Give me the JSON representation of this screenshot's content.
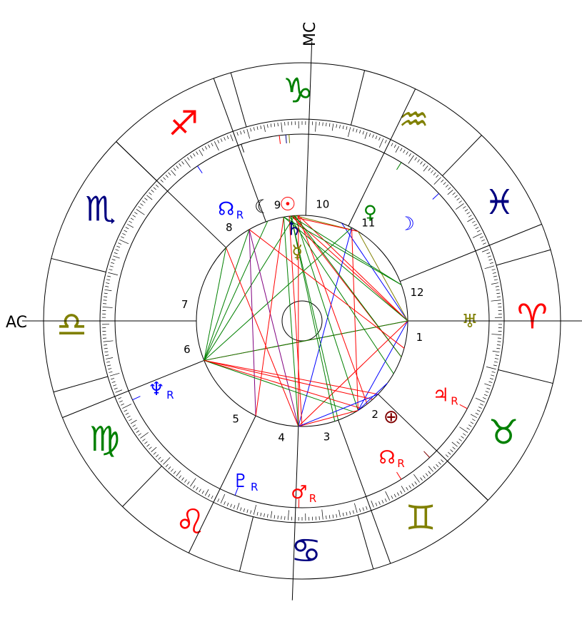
{
  "axes": {
    "ac_label": "AC",
    "mc_label": "MC"
  },
  "colors": {
    "fire": "#ff0000",
    "earth": "#008000",
    "air": "#808000",
    "water": "#000080",
    "aspect_red": "#ff0000",
    "aspect_green": "#008000",
    "aspect_blue": "#0000ff",
    "aspect_olive": "#808000",
    "aspect_purple": "#800080",
    "line": "#000000"
  },
  "signs": [
    {
      "name": "aries",
      "glyph": "♈",
      "color": "#ff0000"
    },
    {
      "name": "taurus",
      "glyph": "♉",
      "color": "#008000"
    },
    {
      "name": "gemini",
      "glyph": "♊",
      "color": "#808000"
    },
    {
      "name": "cancer",
      "glyph": "♋",
      "color": "#000080"
    },
    {
      "name": "leo",
      "glyph": "♌",
      "color": "#ff0000"
    },
    {
      "name": "virgo",
      "glyph": "♍",
      "color": "#008000"
    },
    {
      "name": "libra",
      "glyph": "♎",
      "color": "#808000"
    },
    {
      "name": "scorpio",
      "glyph": "♏",
      "color": "#000080"
    },
    {
      "name": "sagittarius",
      "glyph": "♐",
      "color": "#ff0000"
    },
    {
      "name": "capricorn",
      "glyph": "♑",
      "color": "#008000"
    },
    {
      "name": "aquarius",
      "glyph": "♒",
      "color": "#808000"
    },
    {
      "name": "pisces",
      "glyph": "♓",
      "color": "#000080"
    }
  ],
  "houses": [
    {
      "number": "1",
      "cusp_angle": 180
    },
    {
      "number": "2",
      "cusp_angle": 224
    },
    {
      "number": "3",
      "cusp_angle": 250
    },
    {
      "number": "4",
      "cusp_angle": 272
    },
    {
      "number": "5",
      "cusp_angle": 296
    },
    {
      "number": "6",
      "cusp_angle": 338
    },
    {
      "number": "7",
      "cusp_angle": 0
    },
    {
      "number": "8",
      "cusp_angle": 44
    },
    {
      "number": "9",
      "cusp_angle": 70
    },
    {
      "number": "10",
      "cusp_angle": 92
    },
    {
      "number": "11",
      "cusp_angle": 116
    },
    {
      "number": "12",
      "cusp_angle": 158
    }
  ],
  "planets": [
    {
      "name": "sun",
      "glyph": "☉",
      "retrograde": "",
      "color": "#ff0000",
      "angle": 83,
      "glyph_radius": 165
    },
    {
      "name": "moon",
      "glyph": "☾",
      "retrograde": "",
      "color": "#000000",
      "angle": 71,
      "glyph_radius": 170
    },
    {
      "name": "saturn",
      "glyph": "♄",
      "retrograde": "",
      "color": "#000080",
      "angle": 85,
      "glyph_radius": 130
    },
    {
      "name": "mercury",
      "glyph": "☿",
      "retrograde": "",
      "color": "#808000",
      "angle": 86,
      "glyph_radius": 97
    },
    {
      "name": "uranus-desc",
      "glyph": "☊",
      "retrograde": "R",
      "color": "#0000ff",
      "angle": 56,
      "glyph_radius": 190
    },
    {
      "name": "venus",
      "glyph": "♀",
      "retrograde": "",
      "color": "#008000",
      "angle": 122,
      "glyph_radius": 180
    },
    {
      "name": "moon-2",
      "glyph": "☽",
      "retrograde": "",
      "color": "#0000ff",
      "angle": 137,
      "glyph_radius": 200
    },
    {
      "name": "uranus",
      "glyph": "♅",
      "retrograde": "",
      "color": "#808000",
      "angle": 180,
      "glyph_radius": 235
    },
    {
      "name": "jupiter",
      "glyph": "♃",
      "retrograde": "R",
      "color": "#ff0000",
      "angle": 208,
      "glyph_radius": 220
    },
    {
      "name": "earth",
      "glyph": "⊕",
      "retrograde": "",
      "color": "#800000",
      "angle": 227,
      "glyph_radius": 183
    },
    {
      "name": "north-node",
      "glyph": "☊",
      "retrograde": "R",
      "color": "#ff0000",
      "angle": 238,
      "glyph_radius": 225
    },
    {
      "name": "mars",
      "glyph": "♂",
      "retrograde": "R",
      "color": "#ff0000",
      "angle": 271,
      "glyph_radius": 240
    },
    {
      "name": "pluto",
      "glyph": "♇",
      "retrograde": "R",
      "color": "#0000ff",
      "angle": 291,
      "glyph_radius": 240
    },
    {
      "name": "neptune",
      "glyph": "♆",
      "retrograde": "R",
      "color": "#0000ff",
      "angle": 335,
      "glyph_radius": 225
    }
  ],
  "aspects": [
    {
      "from": 180,
      "to": 88,
      "color": "#ff0000"
    },
    {
      "from": 180,
      "to": 84,
      "color": "#ff0000"
    },
    {
      "from": 180,
      "to": 80,
      "color": "#008000"
    },
    {
      "from": 180,
      "to": 112,
      "color": "#0000ff"
    },
    {
      "from": 180,
      "to": 122,
      "color": "#808000"
    },
    {
      "from": 180,
      "to": 338,
      "color": "#ff0000"
    },
    {
      "from": 180,
      "to": 238,
      "color": "#0000ff"
    },
    {
      "from": 180,
      "to": 272,
      "color": "#ff0000"
    },
    {
      "from": 180,
      "to": 338,
      "color": "#008000"
    },
    {
      "from": 122,
      "to": 86,
      "color": "#808000"
    },
    {
      "from": 122,
      "to": 83,
      "color": "#ff0000"
    },
    {
      "from": 118,
      "to": 238,
      "color": "#ff0000"
    },
    {
      "from": 118,
      "to": 272,
      "color": "#0000ff"
    },
    {
      "from": 118,
      "to": 338,
      "color": "#008000"
    },
    {
      "from": 88,
      "to": 232,
      "color": "#ff0000"
    },
    {
      "from": 86,
      "to": 238,
      "color": "#008000"
    },
    {
      "from": 84,
      "to": 250,
      "color": "#008000"
    },
    {
      "from": 83,
      "to": 210,
      "color": "#008000"
    },
    {
      "from": 88,
      "to": 272,
      "color": "#ff0000"
    },
    {
      "from": 83,
      "to": 270,
      "color": "#ff0000"
    },
    {
      "from": 86,
      "to": 338,
      "color": "#008000"
    },
    {
      "from": 84,
      "to": 160,
      "color": "#008000"
    },
    {
      "from": 85,
      "to": 200,
      "color": "#ff0000"
    },
    {
      "from": 71,
      "to": 338,
      "color": "#008000"
    },
    {
      "from": 60,
      "to": 272,
      "color": "#800080"
    },
    {
      "from": 60,
      "to": 296,
      "color": "#800080"
    },
    {
      "from": 44,
      "to": 272,
      "color": "#ff0000"
    },
    {
      "from": 44,
      "to": 338,
      "color": "#008000"
    },
    {
      "from": 60,
      "to": 338,
      "color": "#008000"
    },
    {
      "from": 338,
      "to": 236,
      "color": "#ff0000"
    },
    {
      "from": 338,
      "to": 224,
      "color": "#ff0000"
    },
    {
      "from": 338,
      "to": 240,
      "color": "#008000"
    },
    {
      "from": 338,
      "to": 228,
      "color": "#ff0000"
    },
    {
      "from": 272,
      "to": 238,
      "color": "#ff0000"
    },
    {
      "from": 272,
      "to": 224,
      "color": "#0000ff"
    },
    {
      "from": 238,
      "to": 216,
      "color": "#0000ff"
    },
    {
      "from": 296,
      "to": 80,
      "color": "#ff0000"
    },
    {
      "from": 272,
      "to": 80,
      "color": "#008000"
    },
    {
      "from": 252,
      "to": 84,
      "color": "#008000"
    },
    {
      "from": 200,
      "to": 86,
      "color": "#008000"
    },
    {
      "from": 160,
      "to": 80,
      "color": "#008000"
    },
    {
      "from": 195,
      "to": 60,
      "color": "#ff0000"
    }
  ]
}
